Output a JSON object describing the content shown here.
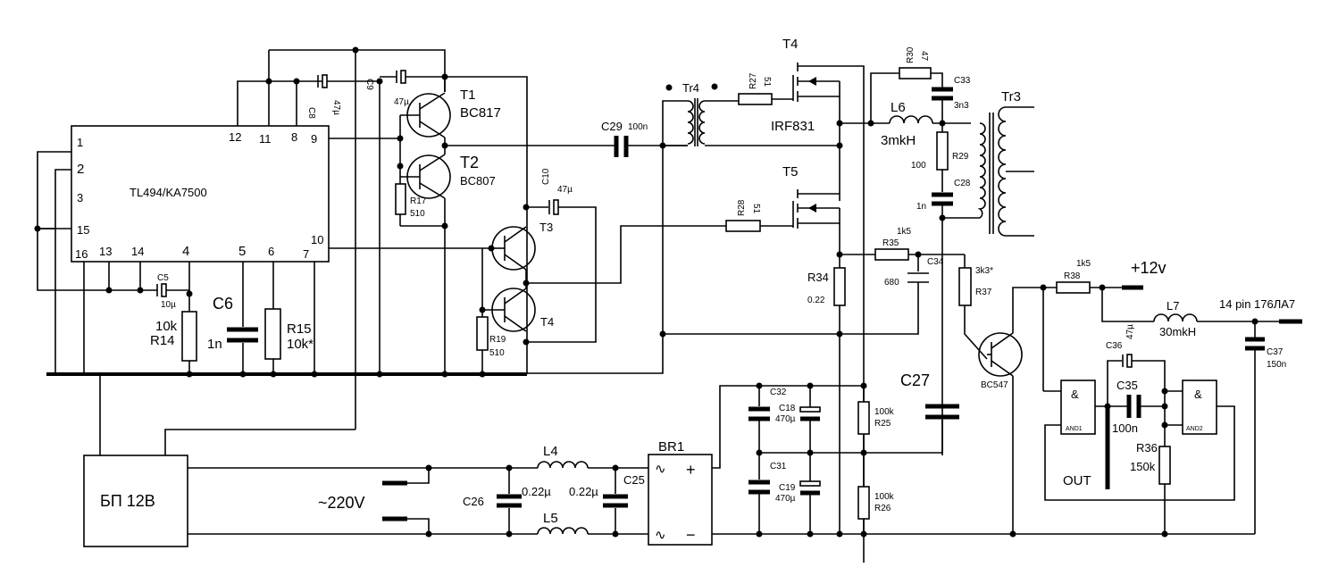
{
  "ic": {
    "name": "TL494/KA7500",
    "pins": [
      "1",
      "2",
      "3",
      "15",
      "16",
      "13",
      "14",
      "4",
      "5",
      "6",
      "7",
      "10",
      "9",
      "8",
      "11",
      "12"
    ]
  },
  "transistors": {
    "t1": {
      "name": "T1",
      "part": "BC817"
    },
    "t2": {
      "name": "T2",
      "part": "BC807"
    },
    "t3": {
      "name": "T3"
    },
    "t4b": {
      "name": "T4"
    },
    "t4m": {
      "name": "T4"
    },
    "t5m": {
      "name": "T5"
    },
    "irf": "IRF831",
    "bc547": "BC547"
  },
  "parts": {
    "c5": "C5",
    "c5v": "10µ",
    "r14n": "R14",
    "r14v": "10k",
    "c6n": "C6",
    "c6v": "1n",
    "r15n": "R15",
    "r15v": "10k*",
    "c8n": "C8",
    "c8v": "47µ",
    "c9n": "C9",
    "c9v": "47µ",
    "r17n": "R17",
    "r17v": "510",
    "c10n": "C10",
    "c10v": "47µ",
    "r19n": "R19",
    "r19v": "510",
    "c29n": "C29",
    "c29v": "100n",
    "tr4": "Tr4",
    "r27n": "R27",
    "r27v": "51",
    "r28n": "R28",
    "r28v": "51",
    "r30n": "R30",
    "r30v": "47",
    "c33n": "C33",
    "c33v": "3n3",
    "l6n": "L6",
    "l6v": "3mkH",
    "r29n": "R29",
    "r29v": "100",
    "c28n": "C28",
    "c28v": "1n",
    "tr3": "Tr3",
    "r35n": "R35",
    "r35v": "1k5",
    "c34n": "C34",
    "c34v": "680",
    "r34n": "R34",
    "r34v": "0.22",
    "r37n": "R37",
    "r37v": "3k3*",
    "c27n": "C27",
    "r38n": "R38",
    "r38v": "1k5",
    "plus12": "+12v",
    "l7n": "L7",
    "l7v": "30mkH",
    "pin": "14 pin 176ЛА7",
    "c37n": "C37",
    "c37v": "150n",
    "c36n": "C36",
    "c36v": "47µ",
    "c35n": "C35",
    "c35v": "100n",
    "and1": "AND1",
    "and2": "AND2",
    "amp": "&",
    "r36n": "R36",
    "r36v": "150k",
    "out": "OUT",
    "c32n": "C32",
    "c31n": "C31",
    "c18n": "C18",
    "c18v": "470µ",
    "c19n": "C19",
    "c19v": "470µ",
    "r25n": "R25",
    "r25v": "100k",
    "r26n": "R26",
    "r26v": "100k",
    "br1": "BR1",
    "plus": "+",
    "minus": "−",
    "ac": "∿",
    "l4n": "L4",
    "l5n": "L5",
    "l4v": "0.22µ",
    "l5v": "0.22µ",
    "c26n": "C26",
    "c25n": "C25",
    "mains": "~220V",
    "psu": "БП 12В"
  }
}
